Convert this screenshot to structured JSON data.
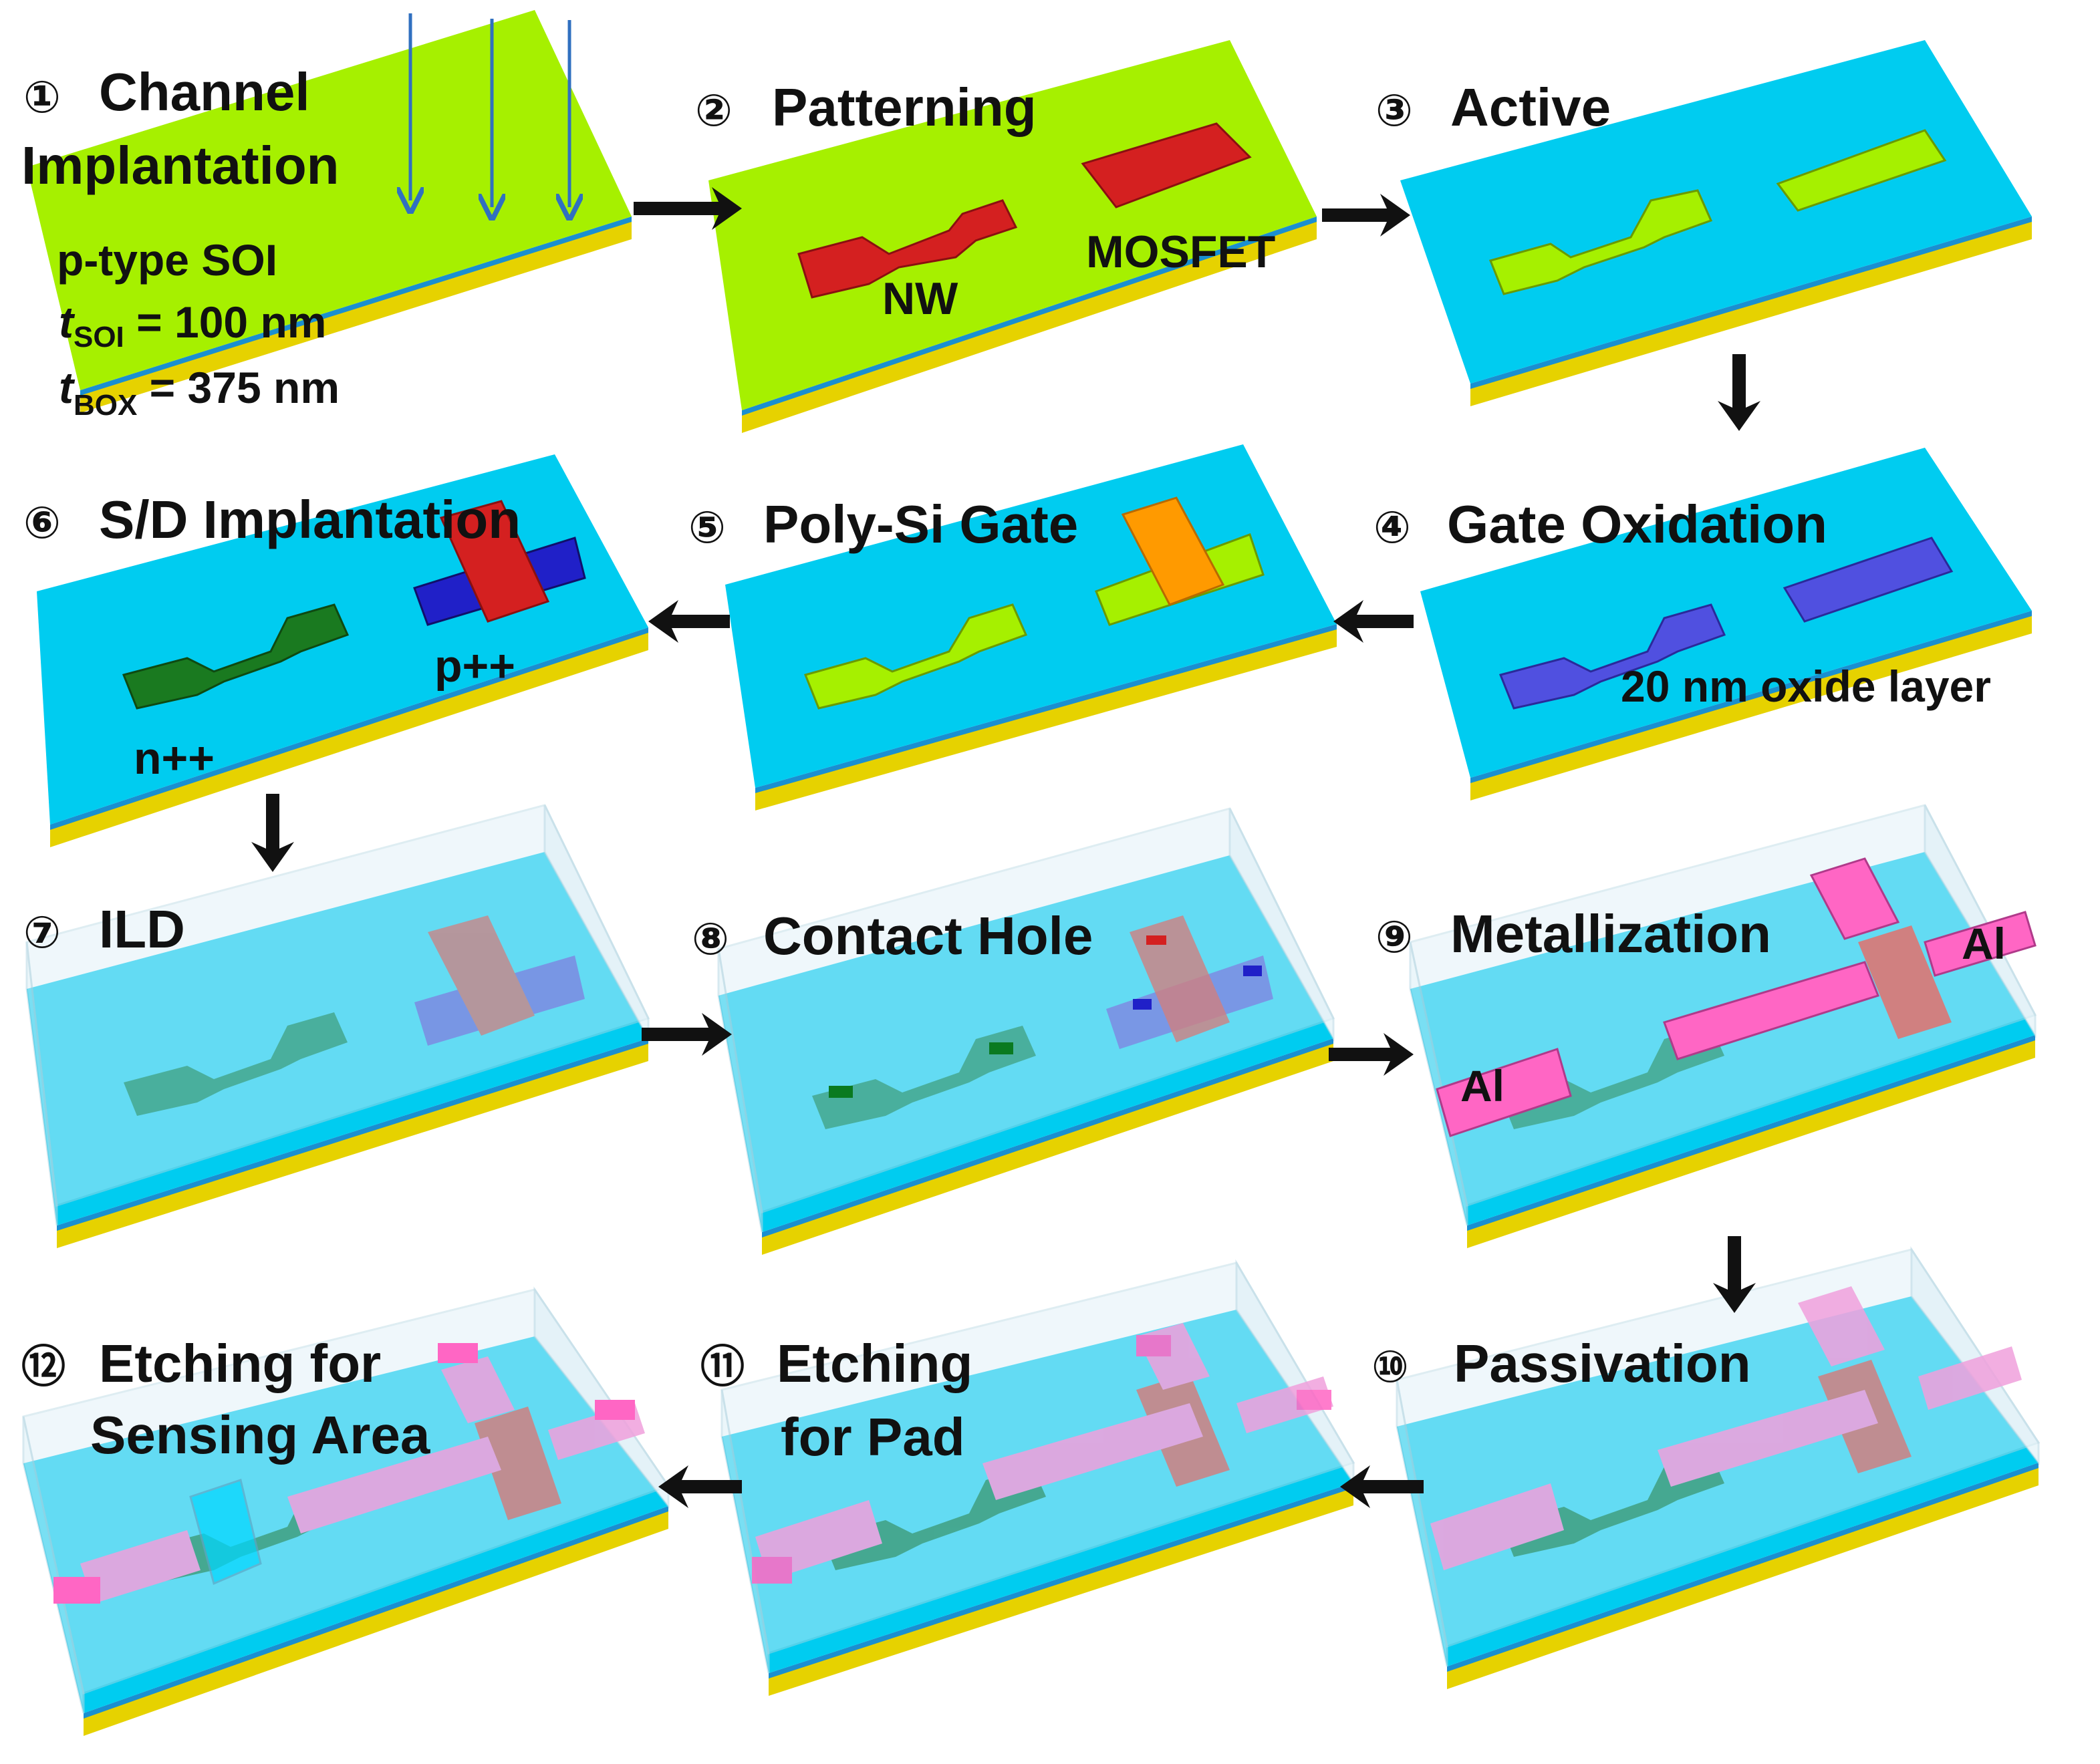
{
  "steps": [
    {
      "num": "①",
      "lines": [
        "Channel",
        "Implantation"
      ]
    },
    {
      "num": "②",
      "lines": [
        "Patterning"
      ]
    },
    {
      "num": "③",
      "lines": [
        "Active"
      ]
    },
    {
      "num": "④",
      "lines": [
        "Gate Oxidation"
      ]
    },
    {
      "num": "⑤",
      "lines": [
        "Poly-Si Gate"
      ]
    },
    {
      "num": "⑥",
      "lines": [
        "S/D Implantation"
      ]
    },
    {
      "num": "⑦",
      "lines": [
        "ILD"
      ]
    },
    {
      "num": "⑧",
      "lines": [
        "Contact Hole"
      ]
    },
    {
      "num": "⑨",
      "lines": [
        "Metallization"
      ]
    },
    {
      "num": "⑩",
      "lines": [
        "Passivation"
      ]
    },
    {
      "num": "⑪",
      "lines": [
        "Etching",
        "for Pad"
      ]
    },
    {
      "num": "⑫",
      "lines": [
        "Etching for",
        "Sensing Area"
      ]
    }
  ],
  "annotations": {
    "soi_type": "p-type SOI",
    "t_soi_sym": "t",
    "t_soi_sub": "SOI",
    "t_soi_val": " = 100 nm",
    "t_box_sym": "t",
    "t_box_sub": "BOX",
    "t_box_val": " = 375 nm",
    "nw": "NW",
    "mosfet": "MOSFET",
    "oxide": "20 nm oxide layer",
    "p_plus": "p++",
    "n_plus": "n++",
    "al_left": "Al",
    "al_right": "Al"
  },
  "colors": {
    "si_green": "#a6f000",
    "oxide_blue": "#00ccf0",
    "substrate_yellow": "#e6d200",
    "box_blue": "#1a8fd0",
    "pattern_red": "#d42020",
    "gate_oxide": "#5050e0",
    "poly_gate": "#ff9a00",
    "n_doped": "#1a7a20",
    "p_doped": "#2020c8",
    "metal_al": "#ff66c4",
    "ild_glass": "#dceff7",
    "arrow": "#111111",
    "implant_arrow": "#3070c0"
  }
}
